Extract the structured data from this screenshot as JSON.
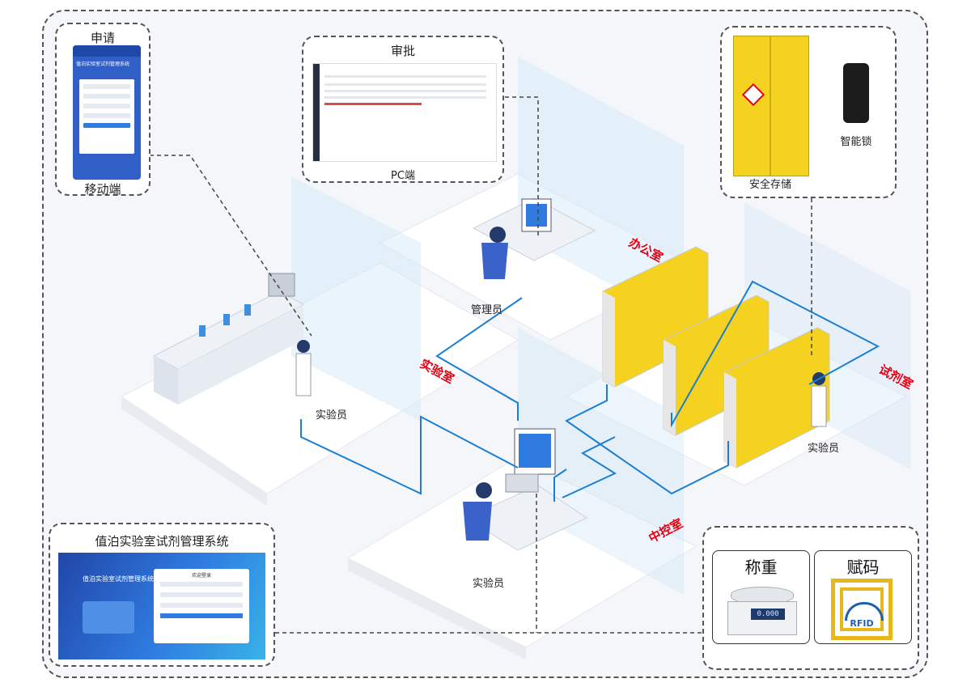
{
  "panels": {
    "apply": {
      "title": "申请",
      "caption": "移动端",
      "phone_header": "值泊实验室试剂管理系统"
    },
    "approve": {
      "title": "审批",
      "caption": "PC端"
    },
    "storage": {
      "cabinet_caption": "安全存储",
      "lock_caption": "智能锁"
    },
    "system": {
      "title": "值泊实验室试剂管理系统",
      "screen_title": "值泊实验室试剂管理系统",
      "welcome": "欢迎登录"
    },
    "weigh": {
      "title": "称重",
      "display": "0.000"
    },
    "code": {
      "title": "赋码",
      "tag": "RFID"
    }
  },
  "zones": {
    "office": "办公室",
    "lab": "实验室",
    "reagent": "试剂室",
    "control": "中控室"
  },
  "roles": {
    "manager": "管理员",
    "lab_staff_left": "实验员",
    "lab_staff_right": "实验员",
    "lab_staff_bottom": "实验员"
  },
  "colors": {
    "accent_line": "#1a7fd0",
    "zone_label": "#e60012",
    "cabinet_yellow": "#f4d21f",
    "floor": "#ffffff"
  }
}
